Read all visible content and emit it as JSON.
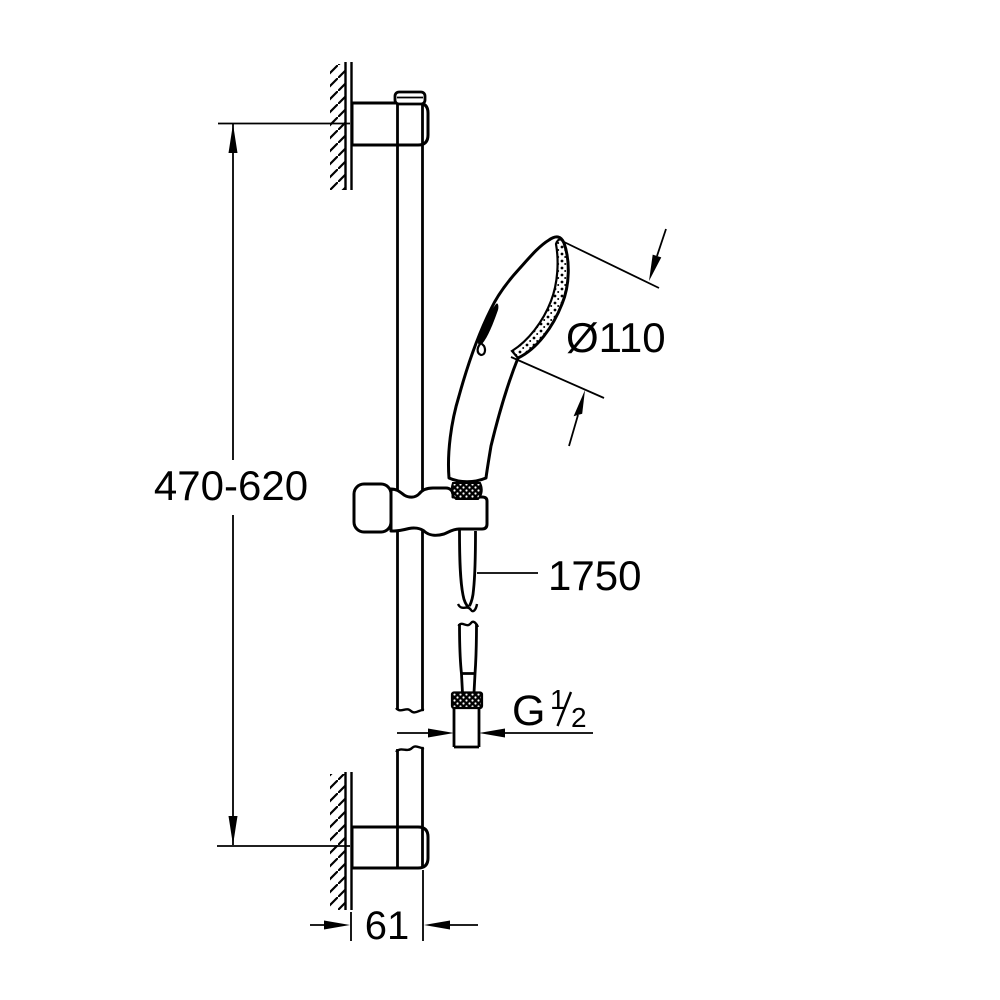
{
  "drawing": {
    "background_color": "#ffffff",
    "line_color": "#000000",
    "labels": {
      "height_range": "470-620",
      "head_diameter": "Ø110",
      "hose_length": "1750",
      "thread": {
        "letter": "G",
        "numerator": "1",
        "denominator": "2"
      },
      "wall_offset": "61"
    }
  }
}
